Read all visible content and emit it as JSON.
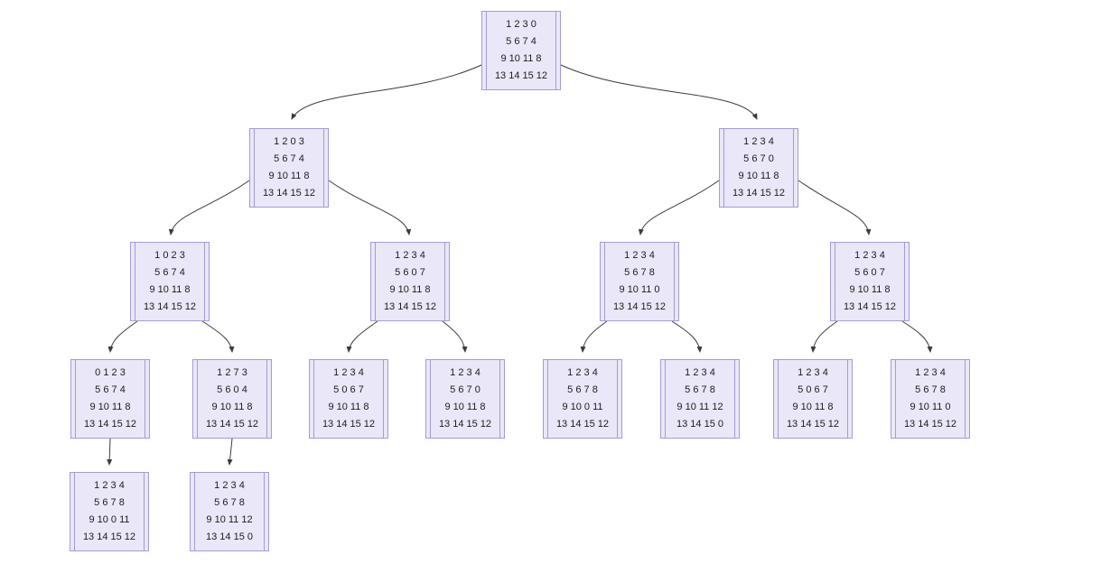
{
  "diagram": {
    "type": "tree",
    "description_colors": {
      "node_fill": "#EAE7F8",
      "node_border": "#A79AD8",
      "edge_line": "#3B3B3B"
    }
  },
  "nodes": [
    {
      "id": "root",
      "rows": [
        "1 2 3 0",
        "5 6 7 4",
        "9 10 11 8",
        "13 14 15 12"
      ]
    },
    {
      "id": "l2-left",
      "rows": [
        "1 2 0 3",
        "5 6 7 4",
        "9 10 11 8",
        "13 14 15 12"
      ]
    },
    {
      "id": "l2-right",
      "rows": [
        "1 2 3 4",
        "5 6 7 0",
        "9 10 11 8",
        "13 14 15 12"
      ]
    },
    {
      "id": "l3-1",
      "rows": [
        "1 0 2 3",
        "5 6 7 4",
        "9 10 11 8",
        "13 14 15 12"
      ]
    },
    {
      "id": "l3-2",
      "rows": [
        "1 2 3 4",
        "5 6 0 7",
        "9 10 11 8",
        "13 14 15 12"
      ]
    },
    {
      "id": "l3-3",
      "rows": [
        "1 2 3 4",
        "5 6 7 8",
        "9 10 11 0",
        "13 14 15 12"
      ]
    },
    {
      "id": "l3-4",
      "rows": [
        "1 2 3 4",
        "5 6 0 7",
        "9 10 11 8",
        "13 14 15 12"
      ]
    },
    {
      "id": "l4-1",
      "rows": [
        "0 1 2 3",
        "5 6 7 4",
        "9 10 11 8",
        "13 14 15 12"
      ]
    },
    {
      "id": "l4-2",
      "rows": [
        "1 2 7 3",
        "5 6 0 4",
        "9 10 11 8",
        "13 14 15 12"
      ]
    },
    {
      "id": "l4-3",
      "rows": [
        "1 2 3 4",
        "5 0 6 7",
        "9 10 11 8",
        "13 14 15 12"
      ]
    },
    {
      "id": "l4-4",
      "rows": [
        "1 2 3 4",
        "5 6 7 0",
        "9 10 11 8",
        "13 14 15 12"
      ]
    },
    {
      "id": "l4-5",
      "rows": [
        "1 2 3 4",
        "5 6 7 8",
        "9 10 0 11",
        "13 14 15 12"
      ]
    },
    {
      "id": "l4-6",
      "rows": [
        "1 2 3 4",
        "5 6 7 8",
        "9 10 11 12",
        "13 14 15 0"
      ]
    },
    {
      "id": "l4-7",
      "rows": [
        "1 2 3 4",
        "5 0 6 7",
        "9 10 11 8",
        "13 14 15 12"
      ]
    },
    {
      "id": "l4-8",
      "rows": [
        "1 2 3 4",
        "5 6 7 8",
        "9 10 11 0",
        "13 14 15 12"
      ]
    },
    {
      "id": "l5-1",
      "rows": [
        "1 2 3 4",
        "5 6 7 8",
        "9 10 0 11",
        "13 14 15 12"
      ]
    },
    {
      "id": "l5-2",
      "rows": [
        "1 2 3 4",
        "5 6 7 8",
        "9 10 11 12",
        "13 14 15 0"
      ]
    }
  ],
  "edges": [
    [
      "root",
      "l2-left"
    ],
    [
      "root",
      "l2-right"
    ],
    [
      "l2-left",
      "l3-1"
    ],
    [
      "l2-left",
      "l3-2"
    ],
    [
      "l2-right",
      "l3-3"
    ],
    [
      "l2-right",
      "l3-4"
    ],
    [
      "l3-1",
      "l4-1"
    ],
    [
      "l3-1",
      "l4-2"
    ],
    [
      "l3-2",
      "l4-3"
    ],
    [
      "l3-2",
      "l4-4"
    ],
    [
      "l3-3",
      "l4-5"
    ],
    [
      "l3-3",
      "l4-6"
    ],
    [
      "l3-4",
      "l4-7"
    ],
    [
      "l3-4",
      "l4-8"
    ],
    [
      "l4-1",
      "l5-1"
    ],
    [
      "l4-2",
      "l5-2"
    ]
  ]
}
